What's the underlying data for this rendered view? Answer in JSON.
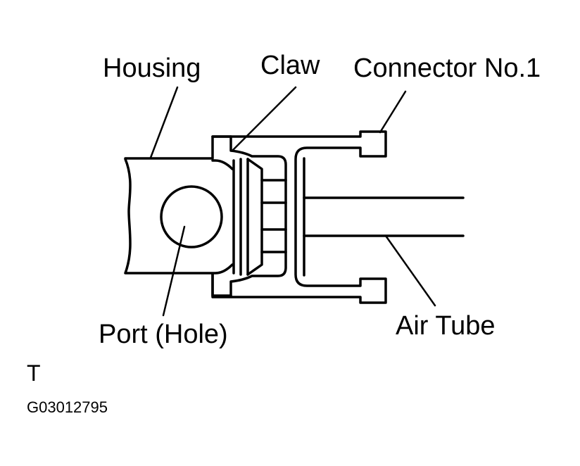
{
  "labels": {
    "housing": "Housing",
    "claw": "Claw",
    "connector": "Connector No.1",
    "port": "Port (Hole)",
    "air_tube": "Air Tube"
  },
  "footer": {
    "marker": "T",
    "figure_code": "G03012795"
  },
  "colors": {
    "ink": "#000000",
    "paper": "#ffffff"
  }
}
